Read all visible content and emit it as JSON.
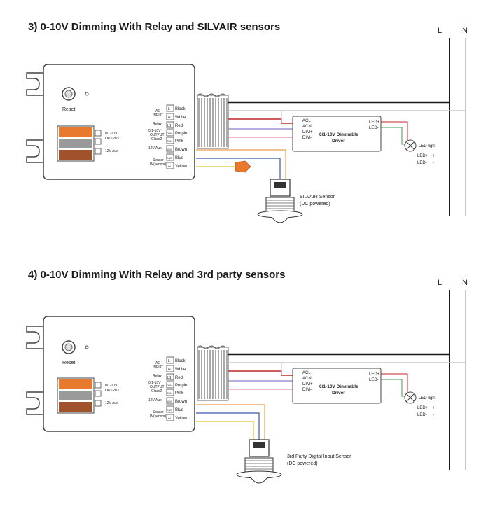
{
  "mains": {
    "line_label": "L",
    "neutral_label": "N"
  },
  "sections": [
    {
      "title": "3) 0-10V Dimming With Relay and SILVAIR sensors",
      "sensor_label_1": "SILVAIR Sensor",
      "sensor_label_2": "(DC powered)"
    },
    {
      "title": "4) 0-10V Dimming With Relay and 3rd party sensors",
      "sensor_label_1": "3rd Party Digital Input Sensor",
      "sensor_label_2": "(DC powered)"
    }
  ],
  "controller": {
    "reset_label": "Reset",
    "left_terminal_labels": [
      "0/1-10V",
      "OUTPUT",
      "12V Aux"
    ],
    "ac_input_label": [
      "AC",
      "INPUT"
    ],
    "relay_label": "Relay",
    "output_label": [
      "0/1-10V",
      "OUTPUT",
      "Class2"
    ],
    "aux_label": "12V Aux",
    "sensor_input_label": [
      "Sensor",
      "IN(sensor)"
    ],
    "terminal_codes": [
      "L",
      "N",
      "L1",
      "DIM+",
      "DIM-",
      "AUX",
      "GND",
      "IN"
    ],
    "wire_colors_text": [
      "Black",
      "White",
      "Red",
      "Purple",
      "Pink",
      "Brown",
      "Blue",
      "Yellow"
    ]
  },
  "driver": {
    "title_1": "0/1-10V Dimmable",
    "title_2": "Driver",
    "inputs": [
      "ACL",
      "ACN",
      "DIM+",
      "DIM-"
    ],
    "outputs": [
      "LED+",
      "LED-"
    ]
  },
  "led": {
    "label": "LED light",
    "plus_label": "LED+",
    "minus_label": "LED-",
    "plus_symbol": "+",
    "minus_symbol": "-"
  },
  "colors": {
    "black_wire": "#1a1a1a",
    "white_wire": "#c8c8c8",
    "red_wire": "#c0262d",
    "purple_wire": "#8a7ac9",
    "pink_wire": "#e58bb0",
    "brown_wire": "#a0522d",
    "blue_wire": "#3a58b0",
    "yellow_wire": "#e8c23a",
    "orange_block": "#e87a2e",
    "grey_block": "#9a9a9a",
    "brown_block": "#a0522d",
    "green_wire": "#4a9a4a"
  }
}
